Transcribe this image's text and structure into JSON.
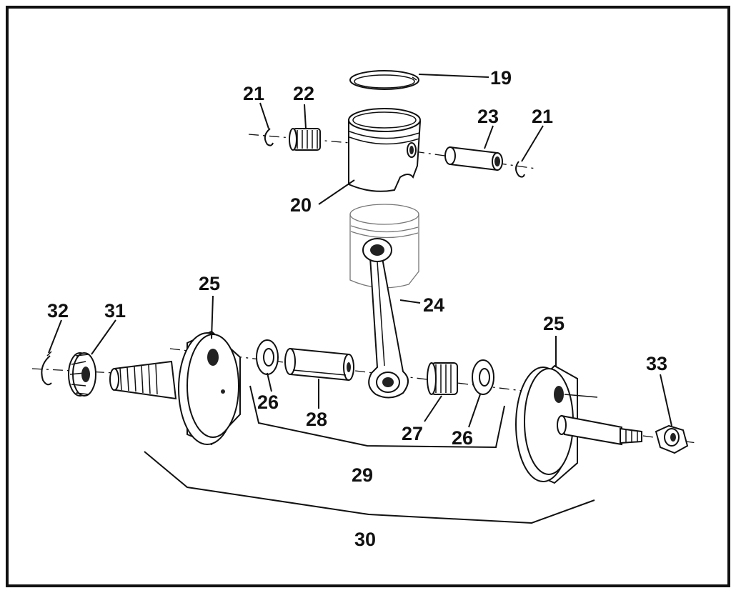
{
  "diagram": {
    "labels": {
      "l19": "19",
      "l20": "20",
      "l21a": "21",
      "l21b": "21",
      "l22": "22",
      "l23": "23",
      "l24": "24",
      "l25a": "25",
      "l25b": "25",
      "l26a": "26",
      "l26b": "26",
      "l27": "27",
      "l28": "28",
      "l29": "29",
      "l30": "30",
      "l31": "31",
      "l32": "32",
      "l33": "33"
    }
  }
}
